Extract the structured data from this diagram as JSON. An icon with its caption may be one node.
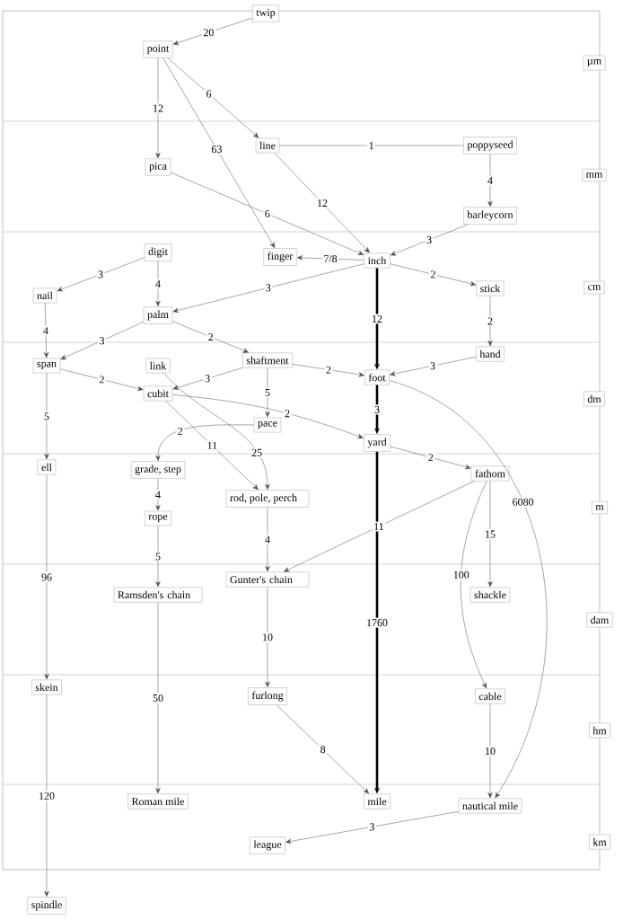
{
  "diagram": {
    "nodes": [
      {
        "text": [
          "twip"
        ]
      },
      {
        "text": [
          "point"
        ]
      },
      {
        "text": [
          "µm"
        ]
      },
      {
        "text": [
          "line"
        ]
      },
      {
        "text": [
          "poppyseed"
        ]
      },
      {
        "text": [
          "pica"
        ]
      },
      {
        "text": [
          "mm"
        ]
      },
      {
        "text": [
          "barleycorn"
        ]
      },
      {
        "text": [
          "digit"
        ]
      },
      {
        "text": [
          "finger"
        ]
      },
      {
        "text": [
          "inch"
        ]
      },
      {
        "text": [
          "nail"
        ]
      },
      {
        "text": [
          "stick"
        ]
      },
      {
        "text": [
          "cm"
        ]
      },
      {
        "text": [
          "palm"
        ]
      },
      {
        "text": [
          "link"
        ]
      },
      {
        "text": [
          "shaftment"
        ]
      },
      {
        "text": [
          "span"
        ]
      },
      {
        "text": [
          "hand"
        ]
      },
      {
        "text": [
          "foot"
        ]
      },
      {
        "text": [
          "cubit"
        ]
      },
      {
        "text": [
          "dm"
        ]
      },
      {
        "text": [
          "pace"
        ]
      },
      {
        "text": [
          "yard"
        ]
      },
      {
        "text": [
          "ell"
        ]
      },
      {
        "text": [
          "grade, step"
        ]
      },
      {
        "text": [
          "fathom"
        ]
      },
      {
        "text": [
          "rope"
        ]
      },
      {
        "text": [
          "rod, pole, perch"
        ]
      },
      {
        "text": [
          "m"
        ]
      },
      {
        "text": [
          "Gunter's chain"
        ]
      },
      {
        "text": [
          "Ramsden's chain"
        ]
      },
      {
        "text": [
          "shackle"
        ]
      },
      {
        "text": [
          "dam"
        ]
      },
      {
        "text": [
          "skein"
        ]
      },
      {
        "text": [
          "furlong"
        ]
      },
      {
        "text": [
          "cable"
        ]
      },
      {
        "text": [
          "hm"
        ]
      },
      {
        "text": [
          "Roman mile"
        ]
      },
      {
        "text": [
          "mile"
        ]
      },
      {
        "text": [
          "nautical mile"
        ]
      },
      {
        "text": [
          "league"
        ]
      },
      {
        "text": [
          "km"
        ]
      },
      {
        "text": [
          "spindle"
        ]
      }
    ],
    "edges": [
      {
        "from": 0,
        "to": 1,
        "arrow": "to",
        "label": "20"
      },
      {
        "from": 1,
        "to": 5,
        "arrow": "to",
        "label": "12"
      },
      {
        "from": 1,
        "to": 3,
        "arrow": "to",
        "label": "6"
      },
      {
        "from": 1,
        "to": 9,
        "arrow": "to",
        "label": "63"
      },
      {
        "from": 3,
        "to": 4,
        "arrow": "none",
        "label": "1"
      },
      {
        "from": 4,
        "to": 7,
        "arrow": "to",
        "label": "4"
      },
      {
        "from": 3,
        "to": 10,
        "arrow": "to",
        "label": "12"
      },
      {
        "from": 5,
        "to": 10,
        "arrow": "to",
        "label": "6"
      },
      {
        "from": 7,
        "to": 10,
        "arrow": "to",
        "label": "3"
      },
      {
        "from": 10,
        "to": 9,
        "arrow": "to",
        "label": "7/8"
      },
      {
        "from": 8,
        "to": 11,
        "arrow": "to",
        "label": "3"
      },
      {
        "from": 8,
        "to": 14,
        "arrow": "to",
        "label": "4"
      },
      {
        "from": 10,
        "to": 14,
        "arrow": "to",
        "label": "3"
      },
      {
        "from": 10,
        "to": 12,
        "arrow": "to",
        "label": "2"
      },
      {
        "from": 12,
        "to": 18,
        "arrow": "to",
        "label": "2"
      },
      {
        "from": 11,
        "to": 17,
        "arrow": "to",
        "label": "4"
      },
      {
        "from": 14,
        "to": 17,
        "arrow": "to",
        "label": "3"
      },
      {
        "from": 14,
        "to": 16,
        "arrow": "to",
        "label": "2"
      },
      {
        "from": 10,
        "to": 19,
        "arrow": "to",
        "label": "12",
        "style": "thick"
      },
      {
        "from": 17,
        "to": 20,
        "arrow": "to",
        "label": "2"
      },
      {
        "from": 16,
        "to": 20,
        "arrow": "to",
        "label": "3"
      },
      {
        "from": 16,
        "to": 19,
        "arrow": "to",
        "label": "2"
      },
      {
        "from": 18,
        "to": 19,
        "arrow": "to",
        "label": "3"
      },
      {
        "from": 16,
        "to": 22,
        "arrow": "to",
        "label": "5"
      },
      {
        "from": 20,
        "to": 23,
        "arrow": "to",
        "label": "2"
      },
      {
        "from": 19,
        "to": 23,
        "arrow": "to",
        "label": "3",
        "style": "thick"
      },
      {
        "from": 22,
        "to": 25,
        "arrow": "to",
        "label": "2"
      },
      {
        "from": 20,
        "to": 28,
        "arrow": "to",
        "label": "11"
      },
      {
        "from": 15,
        "to": 28,
        "arrow": "to",
        "label": "25"
      },
      {
        "from": 17,
        "to": 24,
        "arrow": "to",
        "label": "5"
      },
      {
        "from": 23,
        "to": 26,
        "arrow": "to",
        "label": "2"
      },
      {
        "from": 26,
        "to": 30,
        "arrow": "to",
        "label": "11"
      },
      {
        "from": 26,
        "to": 32,
        "arrow": "to",
        "label": "15"
      },
      {
        "from": 26,
        "to": 36,
        "arrow": "to",
        "label": "100"
      },
      {
        "from": 19,
        "to": 40,
        "arrow": "to",
        "label": "6080"
      },
      {
        "from": 23,
        "to": 39,
        "arrow": "to",
        "label": "1760",
        "style": "thick"
      },
      {
        "from": 24,
        "to": 34,
        "arrow": "to",
        "label": "96"
      },
      {
        "from": 34,
        "to": 43,
        "arrow": "to",
        "label": "120"
      },
      {
        "from": 25,
        "to": 27,
        "arrow": "to",
        "label": "4"
      },
      {
        "from": 27,
        "to": 31,
        "arrow": "to",
        "label": "5"
      },
      {
        "from": 28,
        "to": 30,
        "arrow": "to",
        "label": "4"
      },
      {
        "from": 31,
        "to": 38,
        "arrow": "to",
        "label": "50"
      },
      {
        "from": 30,
        "to": 35,
        "arrow": "to",
        "label": "10"
      },
      {
        "from": 35,
        "to": 39,
        "arrow": "to",
        "label": "8"
      },
      {
        "from": 36,
        "to": 40,
        "arrow": "to",
        "label": "10"
      },
      {
        "from": 40,
        "to": 41,
        "arrow": "to",
        "label": "3"
      }
    ]
  }
}
